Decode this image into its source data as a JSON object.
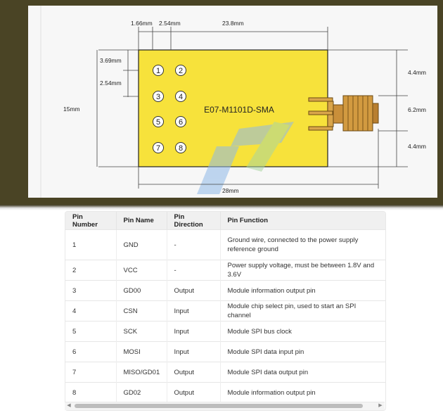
{
  "diagram": {
    "dim_top_a": "1.66mm",
    "dim_top_b": "2.54mm",
    "dim_top_c": "23.8mm",
    "dim_left_a": "3.69mm",
    "dim_left_b": "2.54mm",
    "dim_left_height": "15mm",
    "dim_right_a": "4.4mm",
    "dim_right_b": "6.2mm",
    "dim_right_c": "4.4mm",
    "dim_bottom": "28mm",
    "module_label": "E07-M1101D-SMA",
    "pins": [
      "1",
      "2",
      "3",
      "4",
      "5",
      "6",
      "7",
      "8"
    ],
    "board_color": "#f7e23b"
  },
  "table": {
    "headers": [
      "Pin Number",
      "Pin Name",
      "Pin Direction",
      "Pin Function"
    ],
    "rows": [
      {
        "num": "1",
        "name": "GND",
        "dir": "-",
        "func": "Ground wire, connected to the power supply reference ground"
      },
      {
        "num": "2",
        "name": "VCC",
        "dir": "-",
        "func": "Power supply voltage, must be between 1.8V and 3.6V"
      },
      {
        "num": "3",
        "name": "GD00",
        "dir": "Output",
        "func": "Module information output pin"
      },
      {
        "num": "4",
        "name": "CSN",
        "dir": "Input",
        "func": "Module chip select pin, used to start an SPI channel"
      },
      {
        "num": "5",
        "name": "SCK",
        "dir": "Input",
        "func": "Module SPI bus clock"
      },
      {
        "num": "6",
        "name": "MOSI",
        "dir": "Input",
        "func": "Module SPI data input pin"
      },
      {
        "num": "7",
        "name": "MISO/GD01",
        "dir": "Output",
        "func": "Module SPI data output pin"
      },
      {
        "num": "8",
        "name": "GD02",
        "dir": "Output",
        "func": "Module information output pin"
      }
    ]
  },
  "scrollbar": {
    "left_arrow": "◀",
    "right_arrow": "▶"
  }
}
